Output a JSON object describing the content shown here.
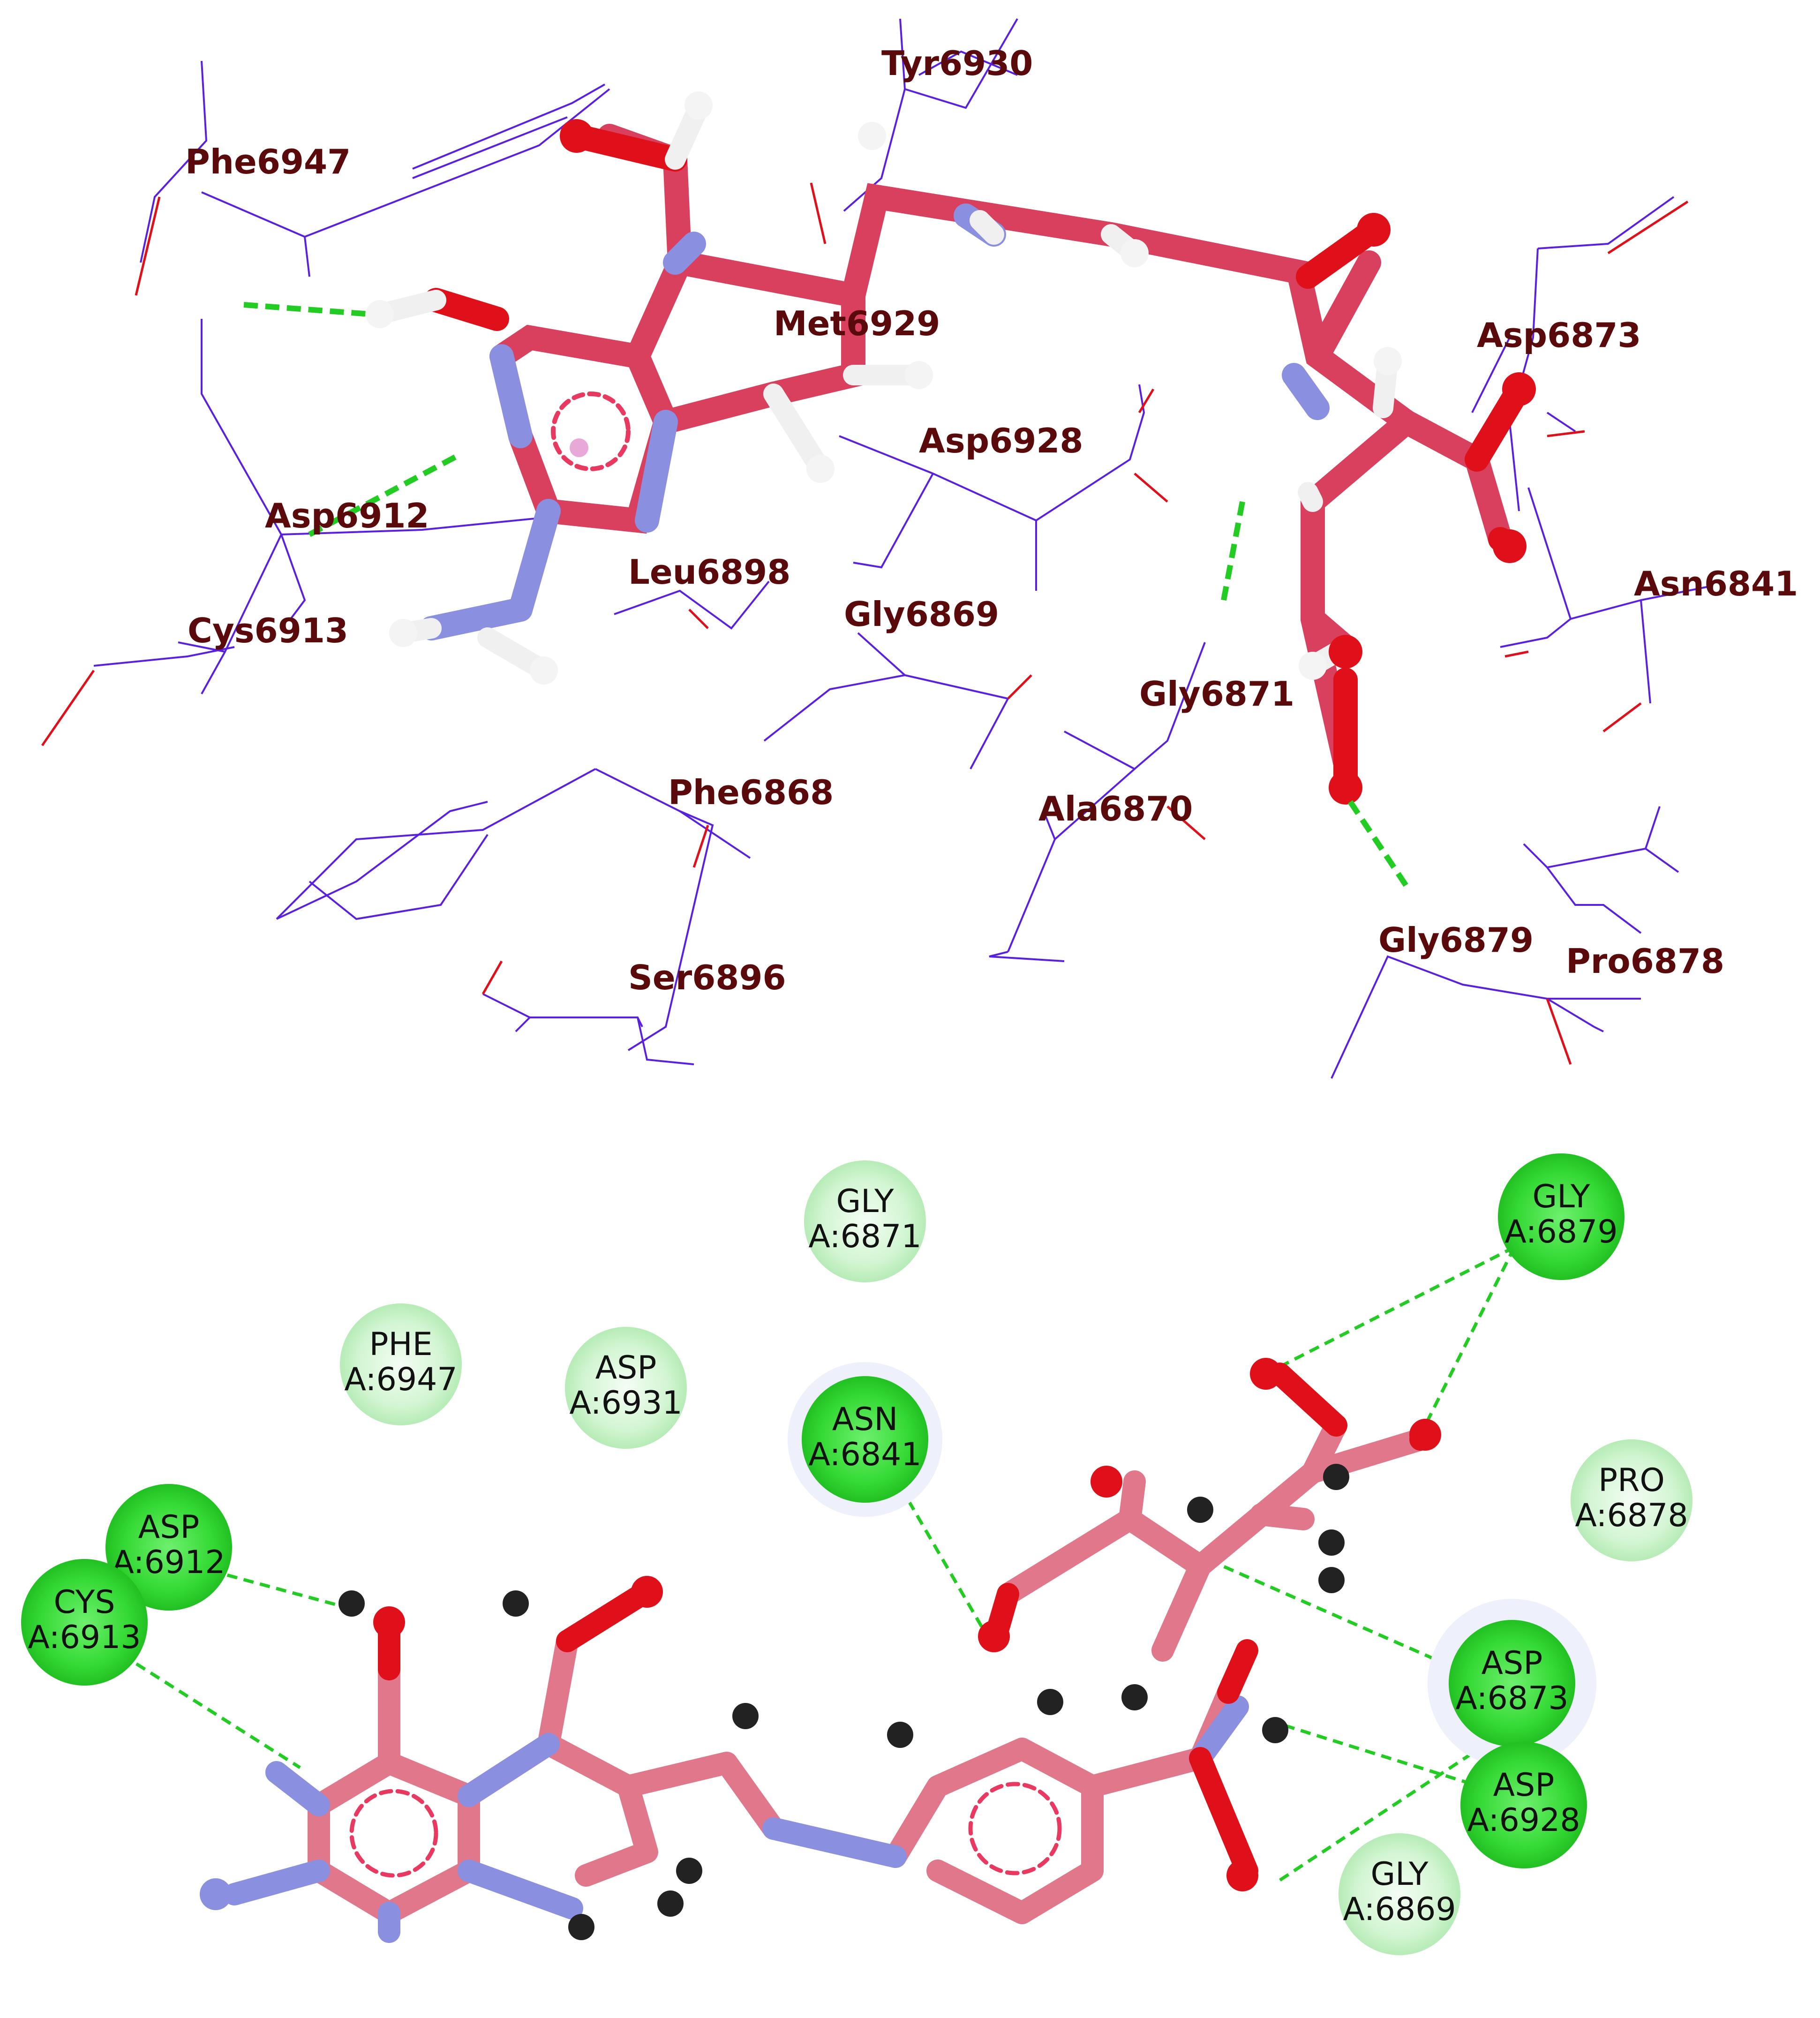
{
  "top_panel": {
    "residue_labels": [
      "Tyr6930",
      "Phe6947",
      "Met6929",
      "Asp6873",
      "Asp6928",
      "Asp6912",
      "Leu6898",
      "Gly6869",
      "Cys6913",
      "Asn6841",
      "Gly6871",
      "Phe6868",
      "Ala6870",
      "Gly6879",
      "Pro6878",
      "Ser6896"
    ]
  },
  "bottom_panel": {
    "residues": [
      {
        "name": "GLY",
        "id": "A:6871",
        "interaction": "weak"
      },
      {
        "name": "GLY",
        "id": "A:6879",
        "interaction": "strong"
      },
      {
        "name": "PHE",
        "id": "A:6947",
        "interaction": "weak"
      },
      {
        "name": "ASP",
        "id": "A:6931",
        "interaction": "weak"
      },
      {
        "name": "ASN",
        "id": "A:6841",
        "interaction": "strong"
      },
      {
        "name": "PRO",
        "id": "A:6878",
        "interaction": "weak"
      },
      {
        "name": "ASP",
        "id": "A:6912",
        "interaction": "strong"
      },
      {
        "name": "CYS",
        "id": "A:6913",
        "interaction": "strong"
      },
      {
        "name": "ASP",
        "id": "A:6873",
        "interaction": "strong"
      },
      {
        "name": "ASP",
        "id": "A:6928",
        "interaction": "strong"
      },
      {
        "name": "GLY",
        "id": "A:6869",
        "interaction": "weak"
      }
    ]
  },
  "colors": {
    "ligand_carbon_3d": "#d8405e",
    "ligand_carbon_2d": "#e0778a",
    "nitrogen": "#8a8fe0",
    "oxygen": "#e0101a",
    "hydrogen": "#f2f2f2",
    "protein_wire": "#5a20e0",
    "hbond": "#22cc22",
    "label_3d": "#5a0a0a",
    "strong_residue": "#3ddc3d",
    "weak_residue": "#c8f2c8"
  }
}
